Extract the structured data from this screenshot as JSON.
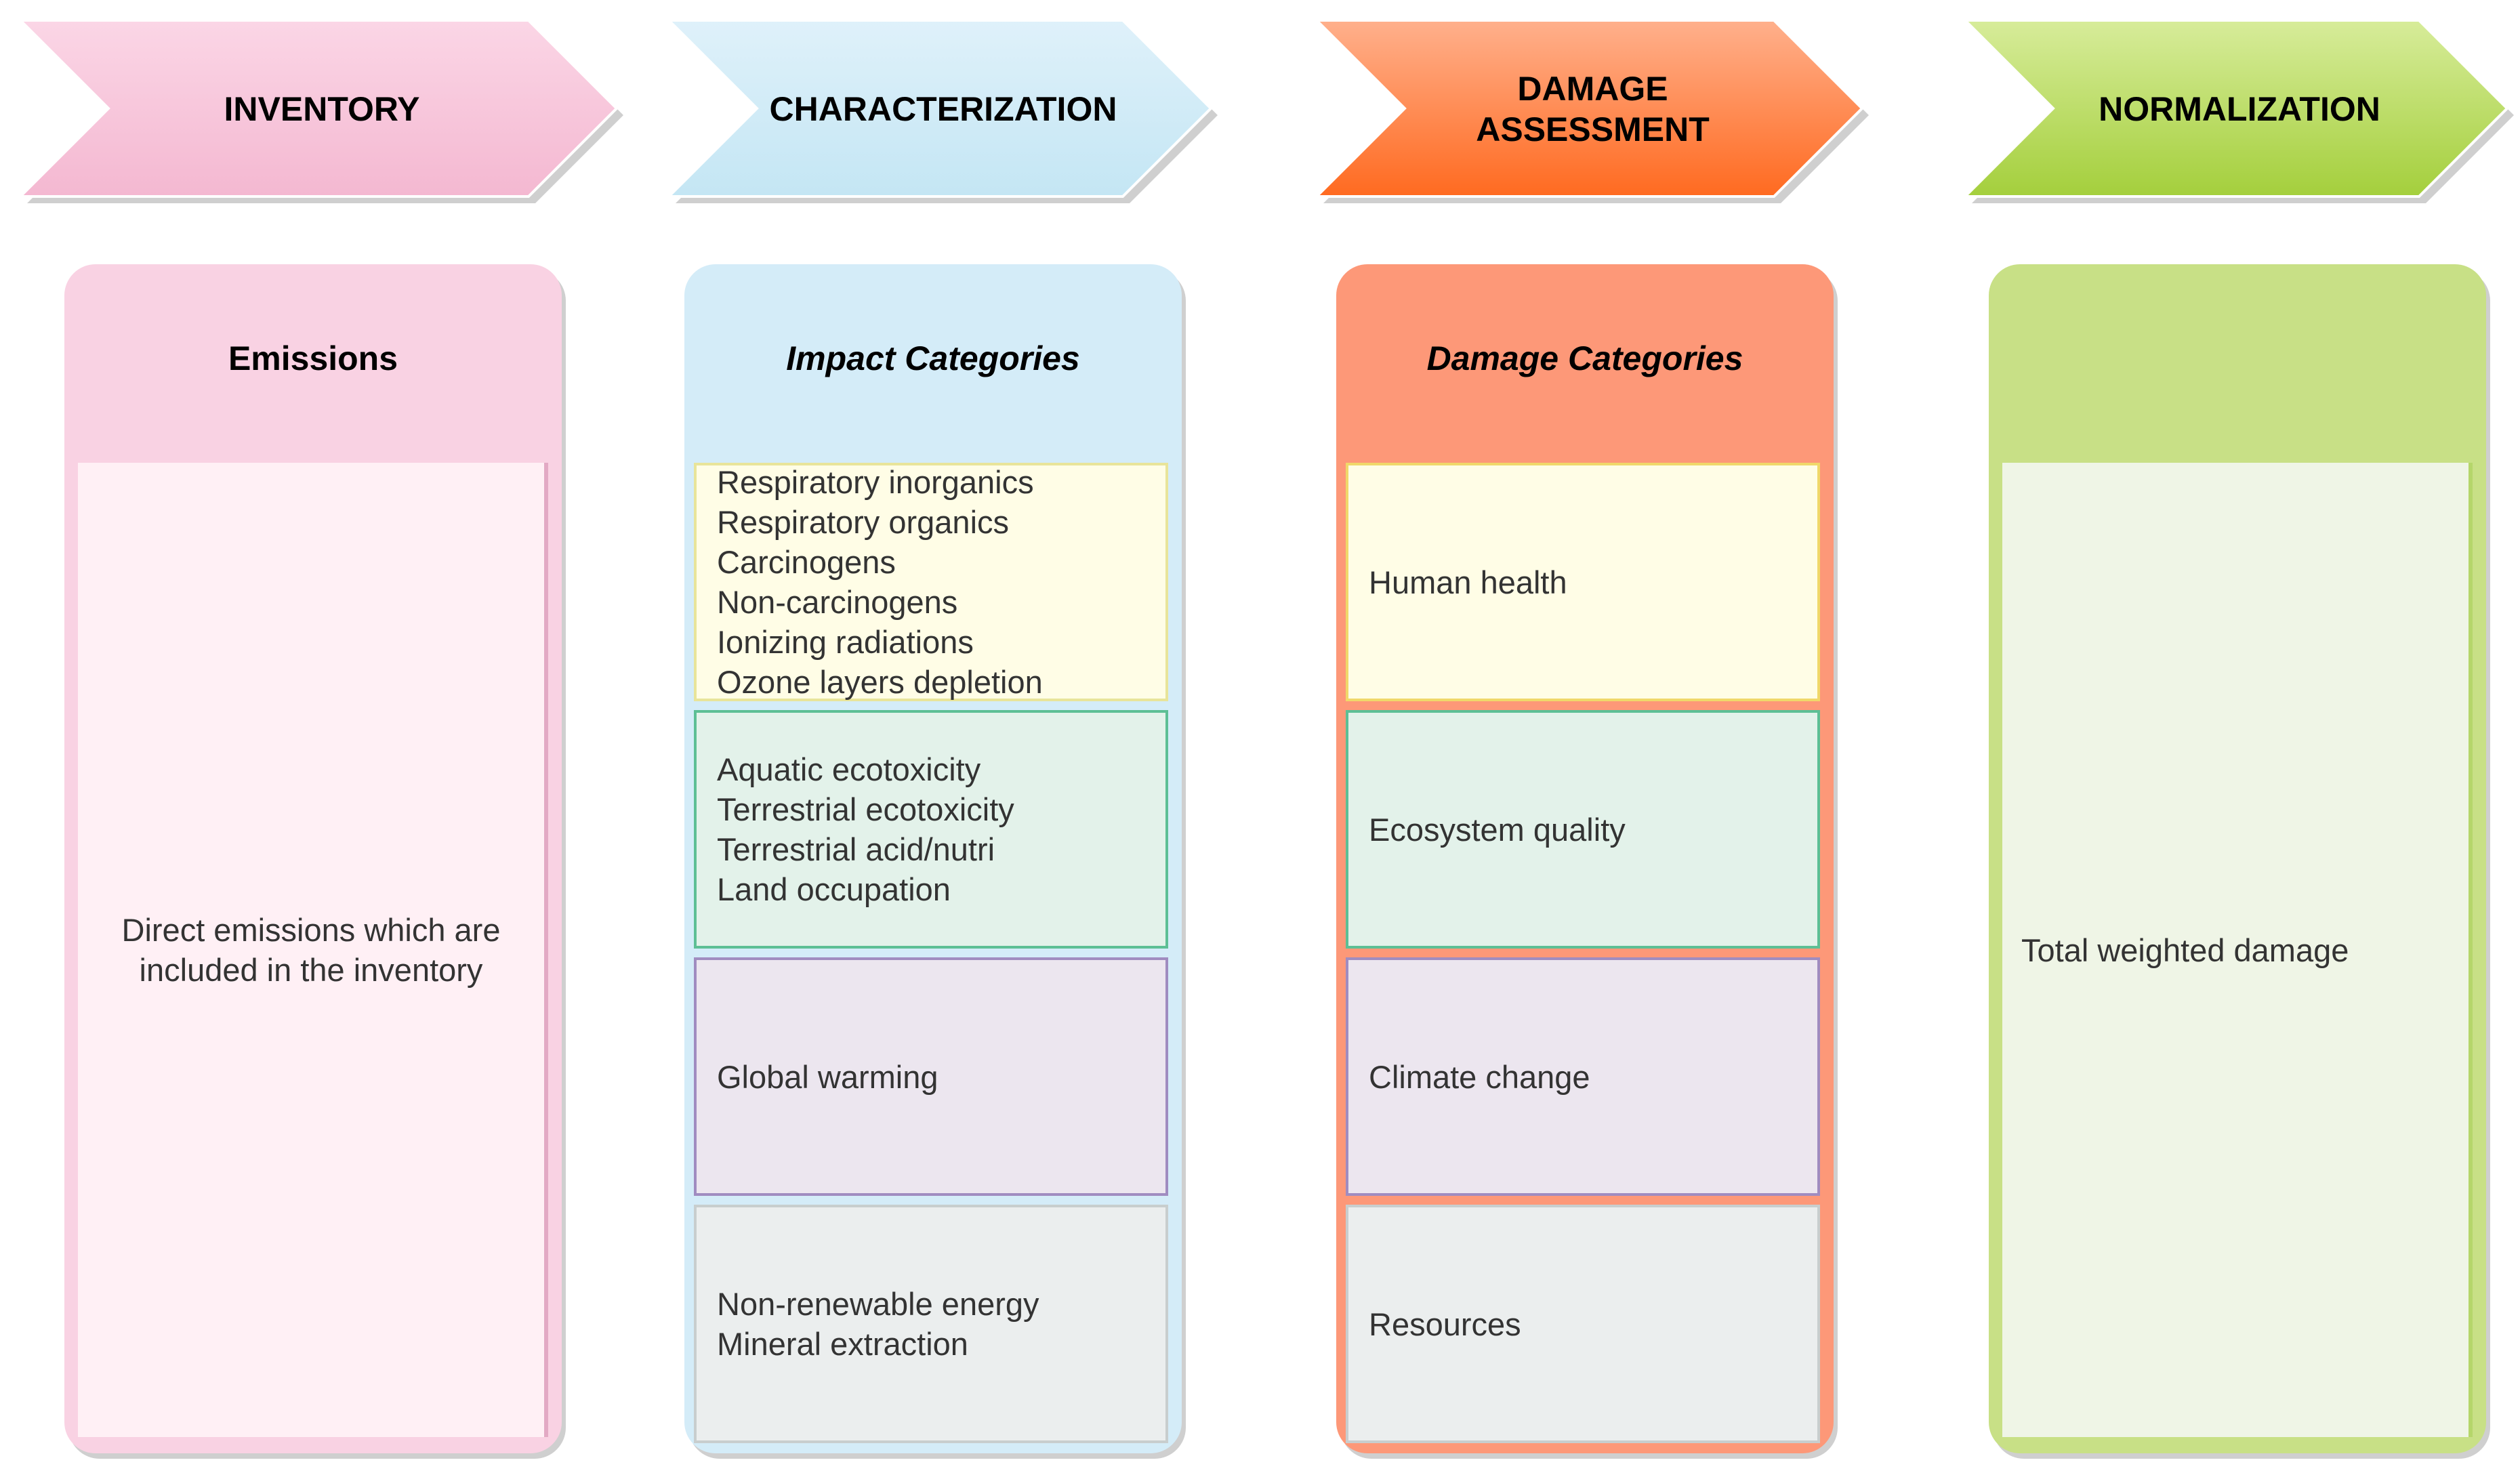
{
  "stages": [
    {
      "label": "INVENTORY",
      "color_light": "#fbd6e6",
      "color_dark": "#f4b8d1"
    },
    {
      "label": "CHARACTERIZATION",
      "color_light": "#dff1fa",
      "color_dark": "#c4e6f4"
    },
    {
      "label": "DAMAGE\nASSESSMENT",
      "color_light": "#ffb08c",
      "color_dark": "#ff6a20"
    },
    {
      "label": "NORMALIZATION",
      "color_light": "#d7ec9a",
      "color_dark": "#a4cf3c"
    }
  ],
  "columns": {
    "inventory": {
      "title": "Emissions",
      "bg": "#f9d2e3",
      "body_bg": "#fff0f5",
      "body_text": "Direct emissions which are\nincluded in the inventory"
    },
    "characterization": {
      "title": "Impact Categories",
      "bg": "#d4ecf8",
      "groups": [
        {
          "items": [
            "Respiratory inorganics",
            "Respiratory organics",
            "Carcinogens",
            "Non-carcinogens",
            "Ionizing radiations",
            "Ozone layers depletion"
          ],
          "bg": "#fffde6",
          "border": "#e8e49a"
        },
        {
          "items": [
            "Aquatic ecotoxicity",
            "Terrestrial ecotoxicity",
            "Terrestrial acid/nutri",
            "Land occupation"
          ],
          "bg": "#e3f2ea",
          "border": "#5dbf95"
        },
        {
          "items": [
            "Global warming"
          ],
          "bg": "#ece6ef",
          "border": "#a08cc0"
        },
        {
          "items": [
            "Non-renewable energy",
            "Mineral extraction"
          ],
          "bg": "#ebeeee",
          "border": "#c8cece"
        }
      ]
    },
    "damage": {
      "title": "Damage Categories",
      "bg": "#fd9878",
      "groups": [
        {
          "label": "Human health",
          "bg": "#fffde6",
          "border": "#f0d86a"
        },
        {
          "label": "Ecosystem quality",
          "bg": "#e3f2ea",
          "border": "#5dbf95"
        },
        {
          "label": "Climate change",
          "bg": "#ece6ef",
          "border": "#a08cc0"
        },
        {
          "label": "Resources",
          "bg": "#ebeeee",
          "border": "#c8cece"
        }
      ]
    },
    "normalization": {
      "title": "",
      "bg": "#c8e086",
      "body_bg": "#eff5e6",
      "body_text": "Total weighted damage"
    }
  }
}
